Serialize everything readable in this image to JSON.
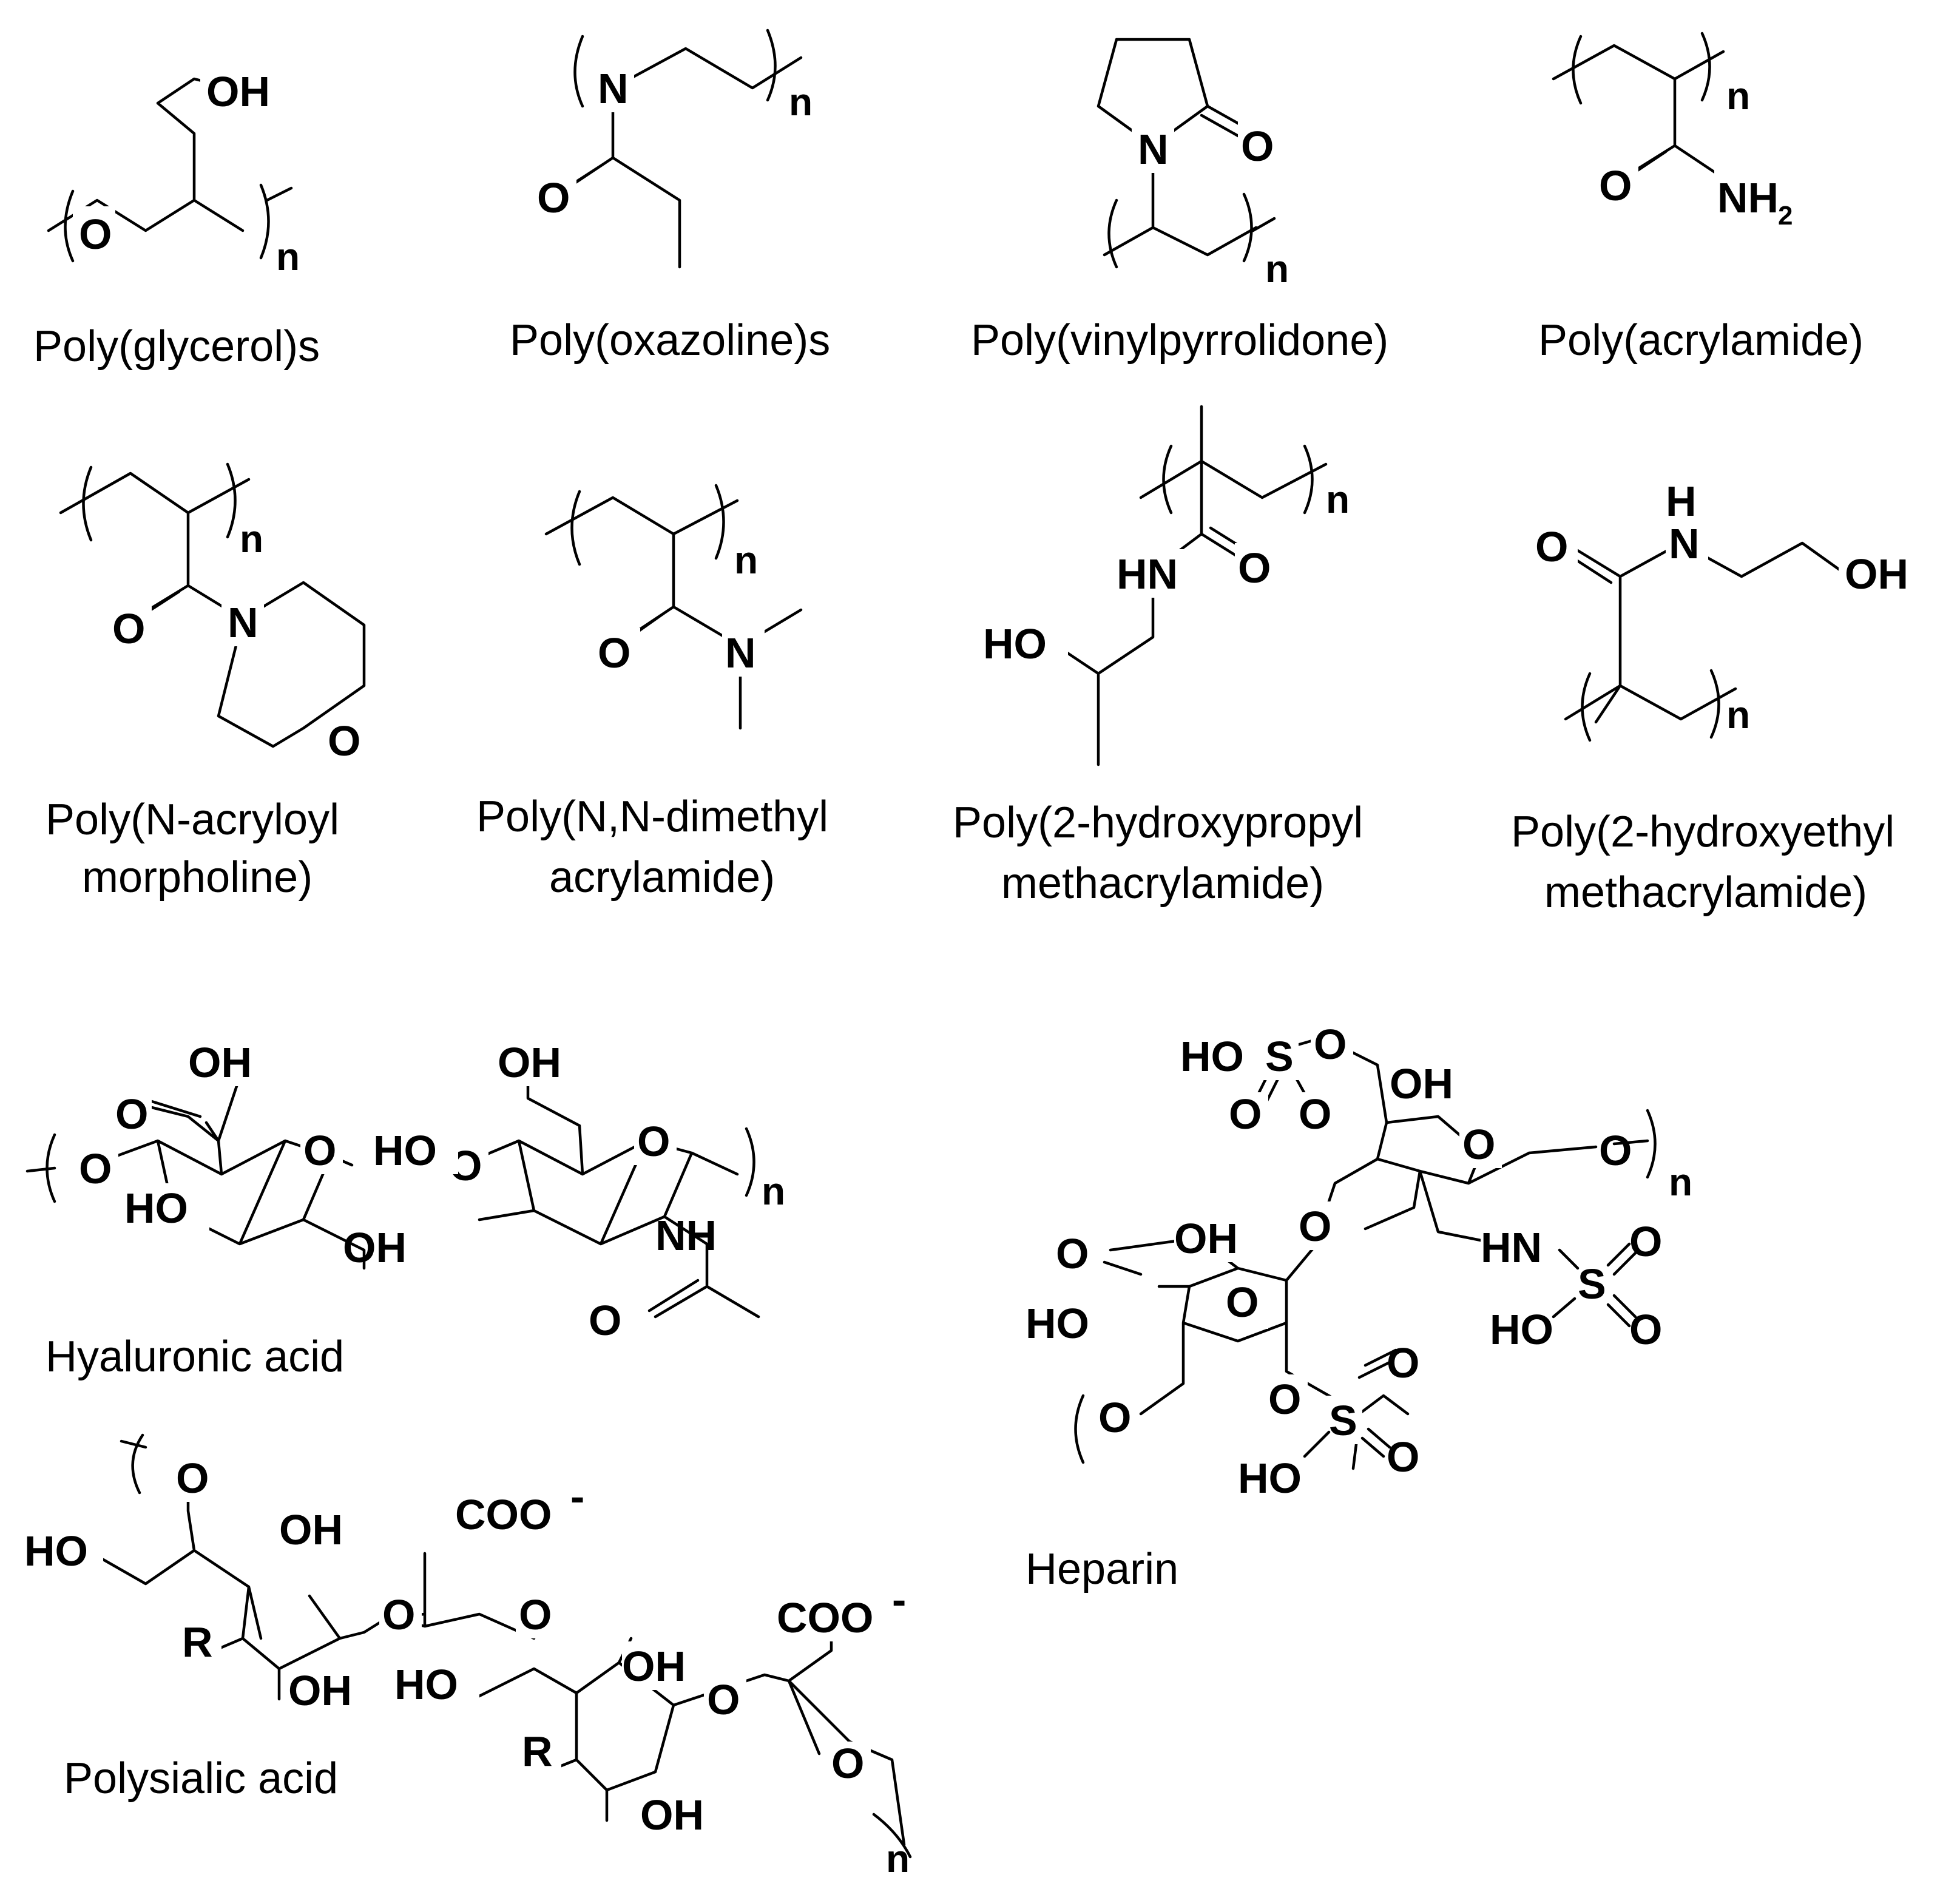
{
  "structures": [
    {
      "id": "pg",
      "caption": [
        "Poly(glycerol)s"
      ]
    },
    {
      "id": "pox",
      "caption": [
        "Poly(oxazoline)s"
      ]
    },
    {
      "id": "pvp",
      "caption": [
        "Poly(vinylpyrrolidone)"
      ]
    },
    {
      "id": "pam",
      "caption": [
        "Poly(acrylamide)"
      ]
    },
    {
      "id": "pnam",
      "caption": [
        "Poly(N-acryloyl",
        "morpholine)"
      ]
    },
    {
      "id": "pdma",
      "caption": [
        "Poly(N,N-dimethyl",
        "acrylamide)"
      ]
    },
    {
      "id": "phpma",
      "caption": [
        "Poly(2-hydroxypropyl",
        "methacrylamide)"
      ]
    },
    {
      "id": "phema",
      "caption": [
        "Poly(2-hydroxyethyl",
        "methacrylamide)"
      ]
    },
    {
      "id": "ha",
      "caption": [
        "Hyaluronic acid"
      ]
    },
    {
      "id": "hep",
      "caption": [
        "Heparin"
      ]
    },
    {
      "id": "psa",
      "caption": [
        "Polysialic acid"
      ]
    }
  ],
  "labels": {
    "OH": "OH",
    "O": "O",
    "N": "N",
    "NH": "NH",
    "HN": "HN",
    "HO": "HO",
    "H": "H",
    "S": "S",
    "R": "R",
    "NH2_main": "NH",
    "NH2_sub": "2",
    "COO": "COO",
    "minus": "-",
    "n": "n"
  }
}
